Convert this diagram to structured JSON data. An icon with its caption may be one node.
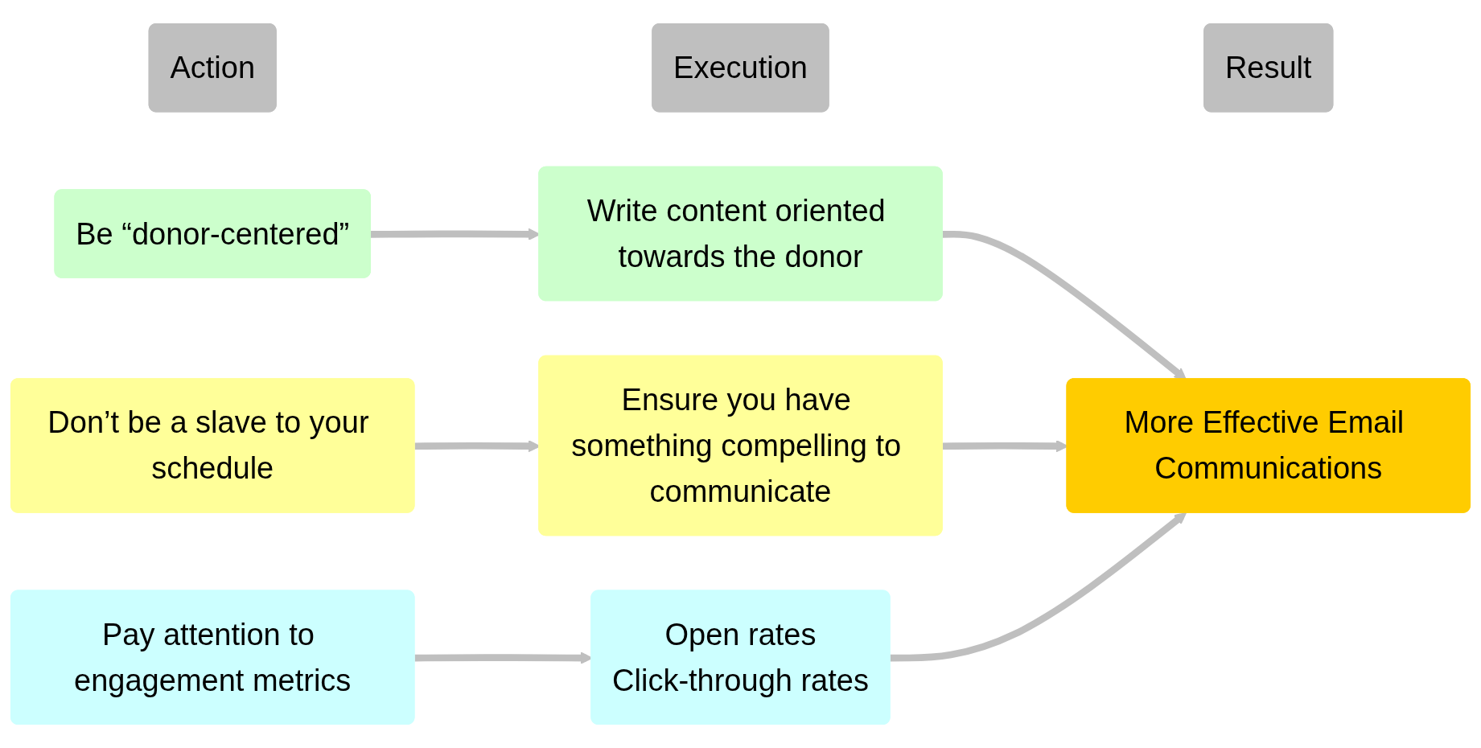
{
  "diagram": {
    "nodes": [
      {
        "text": [
          "Action"
        ]
      },
      {
        "text": [
          "Execution"
        ]
      },
      {
        "text": [
          "Result"
        ]
      },
      {
        "text": [
          "Be “donor-centered”"
        ]
      },
      {
        "text": [
          "Write content oriented towards the donor"
        ]
      },
      {
        "text": [
          "More Effective Email Communications"
        ]
      },
      {
        "text": [
          "Don’t be a slave to your schedule"
        ]
      },
      {
        "text": [
          "Ensure you have something compelling to communicate"
        ]
      },
      {
        "text": [
          "Pay attention to engagement metrics"
        ]
      },
      {
        "text": [
          "Open rates",
          "Click-through rates"
        ]
      }
    ],
    "edges": [
      {
        "from": 3,
        "to": 4,
        "arrow": "to"
      },
      {
        "from": 4,
        "to": 5,
        "arrow": "to"
      },
      {
        "from": 6,
        "to": 7,
        "arrow": "to"
      },
      {
        "from": 7,
        "to": 5,
        "arrow": "to"
      },
      {
        "from": 8,
        "to": 9,
        "arrow": "to"
      },
      {
        "from": 9,
        "to": 5,
        "arrow": "to"
      }
    ]
  }
}
